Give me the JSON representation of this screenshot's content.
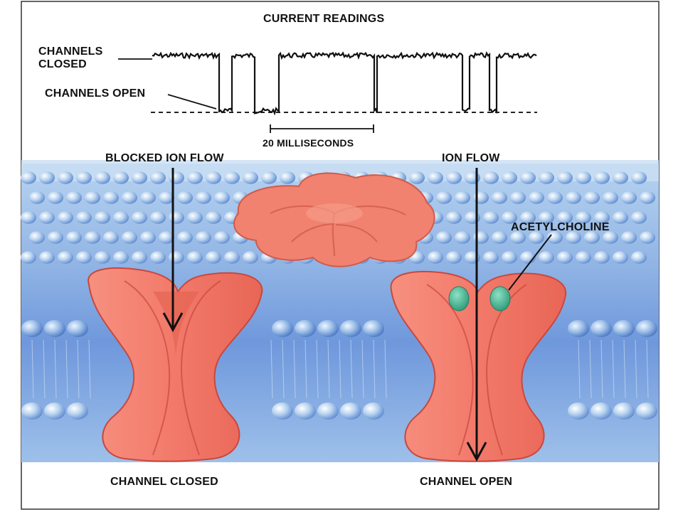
{
  "title": "CURRENT READINGS",
  "trace": {
    "closed_label_line1": "CHANNELS",
    "closed_label_line2": "CLOSED",
    "open_label": "CHANNELS OPEN",
    "scale_bar_label": "20 MILLISECONDS"
  },
  "left_channel": {
    "arrow_label": "BLOCKED ION FLOW",
    "caption": "CHANNEL CLOSED"
  },
  "right_channel": {
    "arrow_label": "ION FLOW",
    "ligand_label": "ACETYLCHOLINE",
    "caption": "CHANNEL OPEN"
  },
  "colors": {
    "membrane_blue": "#8fb8e6",
    "membrane_band": "#5f8fd8",
    "protein": "#f0796a",
    "protein_shadow": "#c9483d",
    "acetylcholine": "#3fae8c"
  }
}
